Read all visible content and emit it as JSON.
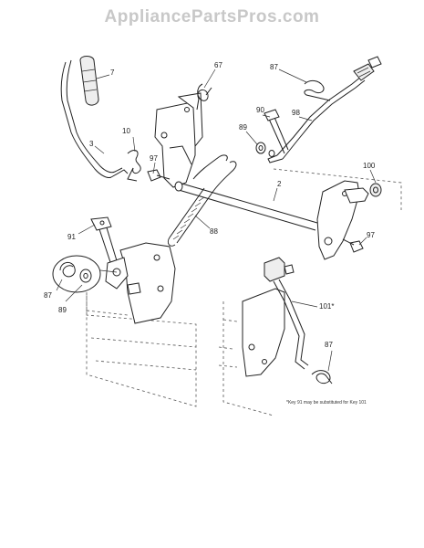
{
  "watermark": "AppliancePartsPros.com",
  "note": "*Key 91 may be substituted for Key 101",
  "callouts": [
    {
      "id": "c7",
      "text": "7"
    },
    {
      "id": "c67",
      "text": "67"
    },
    {
      "id": "c87a",
      "text": "87"
    },
    {
      "id": "c90",
      "text": "90"
    },
    {
      "id": "c98",
      "text": "98"
    },
    {
      "id": "c89a",
      "text": "89"
    },
    {
      "id": "c3",
      "text": "3"
    },
    {
      "id": "c10",
      "text": "10"
    },
    {
      "id": "c97a",
      "text": "97"
    },
    {
      "id": "c2",
      "text": "2"
    },
    {
      "id": "c100",
      "text": "100"
    },
    {
      "id": "c91",
      "text": "91"
    },
    {
      "id": "c88",
      "text": "88"
    },
    {
      "id": "c97b",
      "text": "97"
    },
    {
      "id": "c87b",
      "text": "87"
    },
    {
      "id": "c89b",
      "text": "89"
    },
    {
      "id": "c101",
      "text": "101*"
    },
    {
      "id": "c87c",
      "text": "87"
    }
  ]
}
